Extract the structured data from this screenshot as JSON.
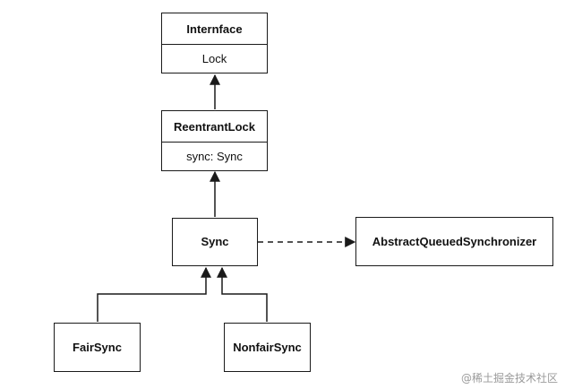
{
  "diagram": {
    "interface_box": {
      "title": "Internface",
      "body": "Lock"
    },
    "reentrant_box": {
      "title": "ReentrantLock",
      "body": "sync: Sync"
    },
    "sync_box": {
      "title": "Sync"
    },
    "aqs_box": {
      "title": "AbstractQueuedSynchronizer"
    },
    "fairsync_box": {
      "title": "FairSync"
    },
    "nonfairsync_box": {
      "title": "NonfairSync"
    }
  },
  "watermark": "@稀土掘金技术社区",
  "colors": {
    "stroke": "#1a1a1a",
    "background": "#ffffff",
    "watermark": "#9a9a9a"
  }
}
